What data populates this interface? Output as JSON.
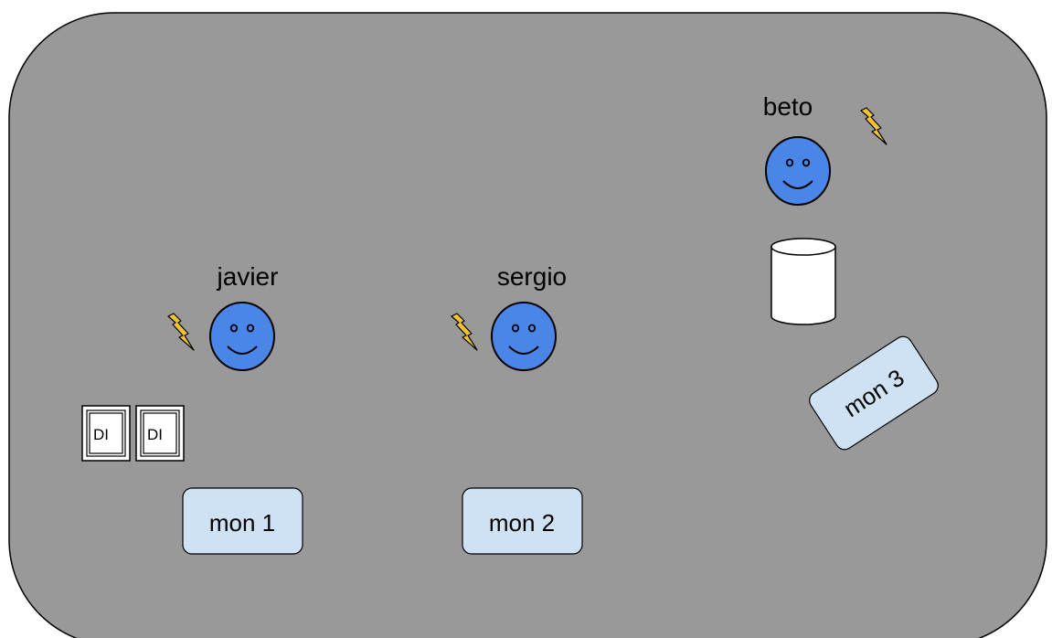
{
  "diagram": {
    "people": [
      {
        "name": "javier"
      },
      {
        "name": "sergio"
      },
      {
        "name": "beto"
      }
    ],
    "monitors": [
      {
        "label": "mon 1"
      },
      {
        "label": "mon 2"
      },
      {
        "label": "mon 3"
      }
    ],
    "di_boxes": [
      {
        "label": "DI"
      },
      {
        "label": "DI"
      }
    ]
  },
  "colors": {
    "container_fill": "#999999",
    "face_fill": "#4a86e8",
    "monitor_fill": "#cfe2f3",
    "lightning_fill": "#f1c232",
    "database_fill": "#ffffff",
    "stroke": "#000000"
  },
  "icons": [
    "smiley-face-icon",
    "lightning-bolt-icon",
    "database-cylinder-icon"
  ]
}
